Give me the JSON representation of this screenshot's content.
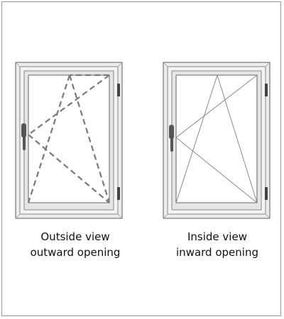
{
  "windows": [
    {
      "caption_line1": "Outside view",
      "caption_line2": "outward opening",
      "line_style": "dashed"
    },
    {
      "caption_line1": "Inside view",
      "caption_line2": "inward opening",
      "line_style": "solid"
    }
  ],
  "colors": {
    "frame_fill": "#ececec",
    "frame_stroke": "#777777",
    "hardware": "#555555",
    "dashed_line": "#7a7a7a",
    "solid_line": "#8a8a8a",
    "border": "#9a9a9a"
  }
}
